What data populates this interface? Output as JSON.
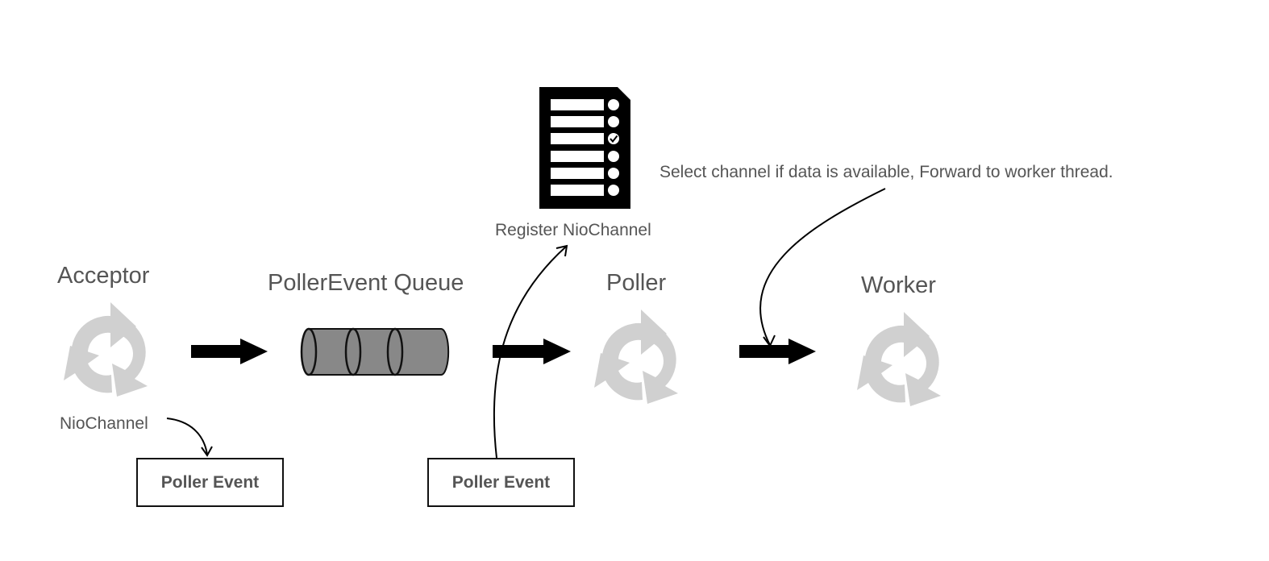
{
  "colors": {
    "cycle_icon": "#d0d0d0",
    "arrow": "#000000",
    "queue_fill": "#888888",
    "text": "#555555"
  },
  "stages": [
    {
      "id": "acceptor",
      "title": "Acceptor",
      "icon": "cycle-icon"
    },
    {
      "id": "queue",
      "title": "PollerEvent Queue",
      "icon": "queue-cylinder-icon"
    },
    {
      "id": "poller",
      "title": "Poller",
      "icon": "cycle-icon"
    },
    {
      "id": "worker",
      "title": "Worker",
      "icon": "cycle-icon"
    }
  ],
  "annotations": {
    "nio_channel": "NioChannel",
    "register": "Register NioChannel",
    "select": "Select channel if data is available, Forward to worker thread."
  },
  "boxes": [
    {
      "label": "Poller Event"
    },
    {
      "label": "Poller Event"
    }
  ],
  "document_icon": {
    "name": "checklist-document-icon",
    "rows": 6,
    "checked_row": 3
  }
}
